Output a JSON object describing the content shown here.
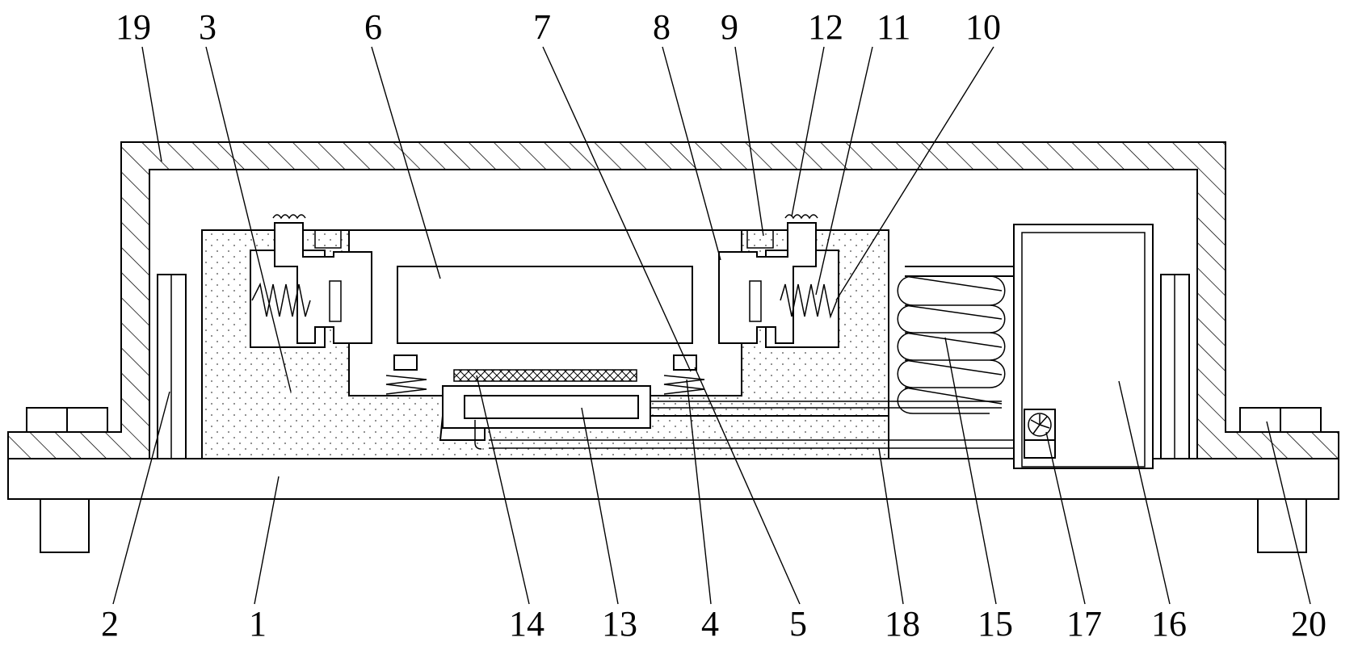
{
  "labels_top": [
    "19",
    "3",
    "6",
    "7",
    "8",
    "9",
    "12",
    "11",
    "10"
  ],
  "labels_bottom": [
    "2",
    "1",
    "14",
    "13",
    "4",
    "5",
    "18",
    "15",
    "17",
    "16",
    "20"
  ]
}
